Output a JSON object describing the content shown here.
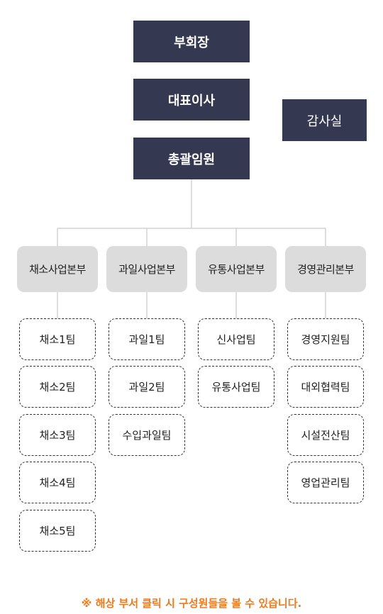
{
  "executives": {
    "vice_chairman": "부회장",
    "ceo": "대표이사",
    "general_executive": "총괄임원",
    "audit": "감사실"
  },
  "divisions": [
    {
      "name": "채소사업본부",
      "teams": [
        "채소1팀",
        "채소2팀",
        "채소3팀",
        "채소4팀",
        "채소5팀"
      ]
    },
    {
      "name": "과일사업본부",
      "teams": [
        "과일1팀",
        "과일2팀",
        "수입과일팀"
      ]
    },
    {
      "name": "유통사업본부",
      "teams": [
        "신사업팀",
        "유통사업팀"
      ]
    },
    {
      "name": "경영관리본부",
      "teams": [
        "경영지원팀",
        "대외협력팀",
        "시설전산팀",
        "영업관리팀"
      ]
    }
  ],
  "notice": "※ 해상 부서 클릭 시 구성원들을 볼 수 있습니다.",
  "colors": {
    "exec_bg": "#353851",
    "division_bg": "#dcdcdc",
    "line": "#d2d2d2",
    "notice": "#f07b1d"
  }
}
